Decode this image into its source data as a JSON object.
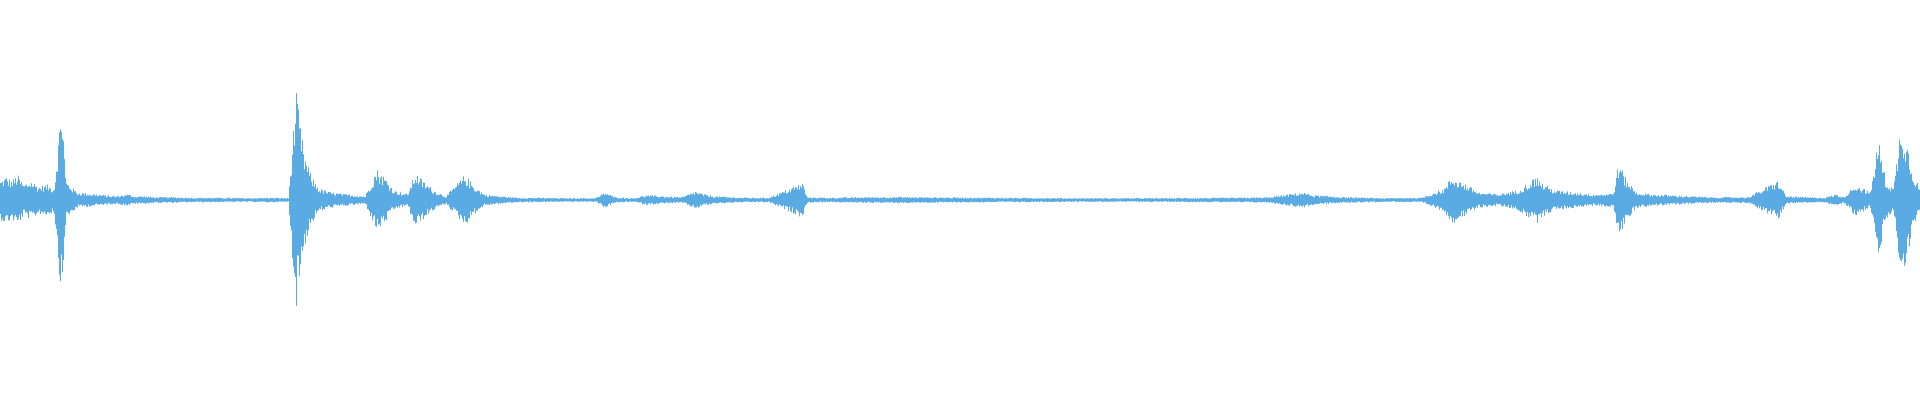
{
  "waveform": {
    "color": "#5aabe3",
    "background": "#ffffff",
    "baseline_fraction": 0.5,
    "amplitude_envelope": [
      [
        0.0,
        0.1
      ],
      [
        0.003,
        0.12
      ],
      [
        0.006,
        0.1
      ],
      [
        0.009,
        0.13
      ],
      [
        0.012,
        0.08
      ],
      [
        0.016,
        0.1
      ],
      [
        0.02,
        0.07
      ],
      [
        0.024,
        0.08
      ],
      [
        0.028,
        0.06
      ],
      [
        0.032,
        0.52
      ],
      [
        0.034,
        0.1
      ],
      [
        0.04,
        0.04
      ],
      [
        0.05,
        0.03
      ],
      [
        0.06,
        0.02
      ],
      [
        0.066,
        0.03
      ],
      [
        0.07,
        0.02
      ],
      [
        0.075,
        0.02
      ],
      [
        0.08,
        0.015
      ],
      [
        0.09,
        0.015
      ],
      [
        0.1,
        0.012
      ],
      [
        0.11,
        0.012
      ],
      [
        0.13,
        0.01
      ],
      [
        0.14,
        0.012
      ],
      [
        0.15,
        0.01
      ],
      [
        0.154,
        0.55
      ],
      [
        0.158,
        0.25
      ],
      [
        0.162,
        0.12
      ],
      [
        0.166,
        0.06
      ],
      [
        0.172,
        0.04
      ],
      [
        0.18,
        0.03
      ],
      [
        0.19,
        0.02
      ],
      [
        0.196,
        0.16
      ],
      [
        0.2,
        0.12
      ],
      [
        0.205,
        0.05
      ],
      [
        0.212,
        0.03
      ],
      [
        0.216,
        0.14
      ],
      [
        0.22,
        0.1
      ],
      [
        0.226,
        0.05
      ],
      [
        0.232,
        0.02
      ],
      [
        0.242,
        0.13
      ],
      [
        0.246,
        0.08
      ],
      [
        0.252,
        0.03
      ],
      [
        0.26,
        0.02
      ],
      [
        0.27,
        0.012
      ],
      [
        0.28,
        0.012
      ],
      [
        0.29,
        0.01
      ],
      [
        0.3,
        0.01
      ],
      [
        0.31,
        0.01
      ],
      [
        0.315,
        0.04
      ],
      [
        0.32,
        0.015
      ],
      [
        0.33,
        0.01
      ],
      [
        0.336,
        0.025
      ],
      [
        0.345,
        0.02
      ],
      [
        0.355,
        0.015
      ],
      [
        0.362,
        0.045
      ],
      [
        0.366,
        0.03
      ],
      [
        0.372,
        0.02
      ],
      [
        0.38,
        0.015
      ],
      [
        0.39,
        0.012
      ],
      [
        0.4,
        0.012
      ],
      [
        0.418,
        0.09
      ],
      [
        0.42,
        0.015
      ],
      [
        0.43,
        0.012
      ],
      [
        0.45,
        0.015
      ],
      [
        0.47,
        0.016
      ],
      [
        0.49,
        0.014
      ],
      [
        0.52,
        0.012
      ],
      [
        0.56,
        0.01
      ],
      [
        0.6,
        0.01
      ],
      [
        0.64,
        0.012
      ],
      [
        0.66,
        0.014
      ],
      [
        0.678,
        0.04
      ],
      [
        0.684,
        0.025
      ],
      [
        0.7,
        0.015
      ],
      [
        0.72,
        0.01
      ],
      [
        0.74,
        0.012
      ],
      [
        0.752,
        0.06
      ],
      [
        0.756,
        0.12
      ],
      [
        0.76,
        0.1
      ],
      [
        0.765,
        0.07
      ],
      [
        0.77,
        0.04
      ],
      [
        0.78,
        0.03
      ],
      [
        0.79,
        0.05
      ],
      [
        0.8,
        0.12
      ],
      [
        0.804,
        0.08
      ],
      [
        0.81,
        0.05
      ],
      [
        0.82,
        0.04
      ],
      [
        0.83,
        0.03
      ],
      [
        0.84,
        0.035
      ],
      [
        0.843,
        0.2
      ],
      [
        0.846,
        0.12
      ],
      [
        0.852,
        0.04
      ],
      [
        0.86,
        0.03
      ],
      [
        0.87,
        0.025
      ],
      [
        0.88,
        0.02
      ],
      [
        0.89,
        0.015
      ],
      [
        0.9,
        0.015
      ],
      [
        0.91,
        0.015
      ],
      [
        0.926,
        0.1
      ],
      [
        0.93,
        0.02
      ],
      [
        0.94,
        0.015
      ],
      [
        0.95,
        0.012
      ],
      [
        0.956,
        0.03
      ],
      [
        0.96,
        0.015
      ],
      [
        0.966,
        0.08
      ],
      [
        0.97,
        0.06
      ],
      [
        0.974,
        0.04
      ],
      [
        0.978,
        0.32
      ],
      [
        0.982,
        0.1
      ],
      [
        0.986,
        0.06
      ],
      [
        0.99,
        0.42
      ],
      [
        0.993,
        0.3
      ],
      [
        0.996,
        0.15
      ],
      [
        1.0,
        0.05
      ]
    ]
  }
}
